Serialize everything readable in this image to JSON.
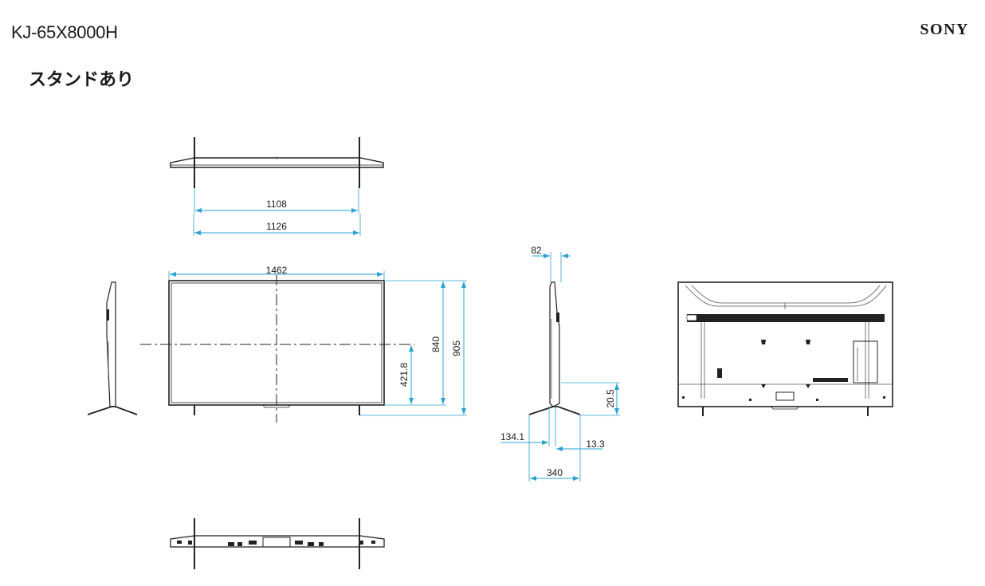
{
  "header": {
    "model": "KJ-65X8000H",
    "brand": "SONY",
    "subtitle": "スタンドあり"
  },
  "dimensions": {
    "stand_inner_span": "1108",
    "stand_outer_span": "1126",
    "overall_width": "1462",
    "screen_height": "840",
    "overall_height": "905",
    "center_height": "421.8",
    "panel_depth": "82",
    "stand_offset_front": "134.1",
    "base_clearance": "20.5",
    "stand_offset_back": "13.3",
    "stand_depth": "340"
  },
  "colors": {
    "dimension_line": "#2aa3d0",
    "outline": "#222222"
  }
}
